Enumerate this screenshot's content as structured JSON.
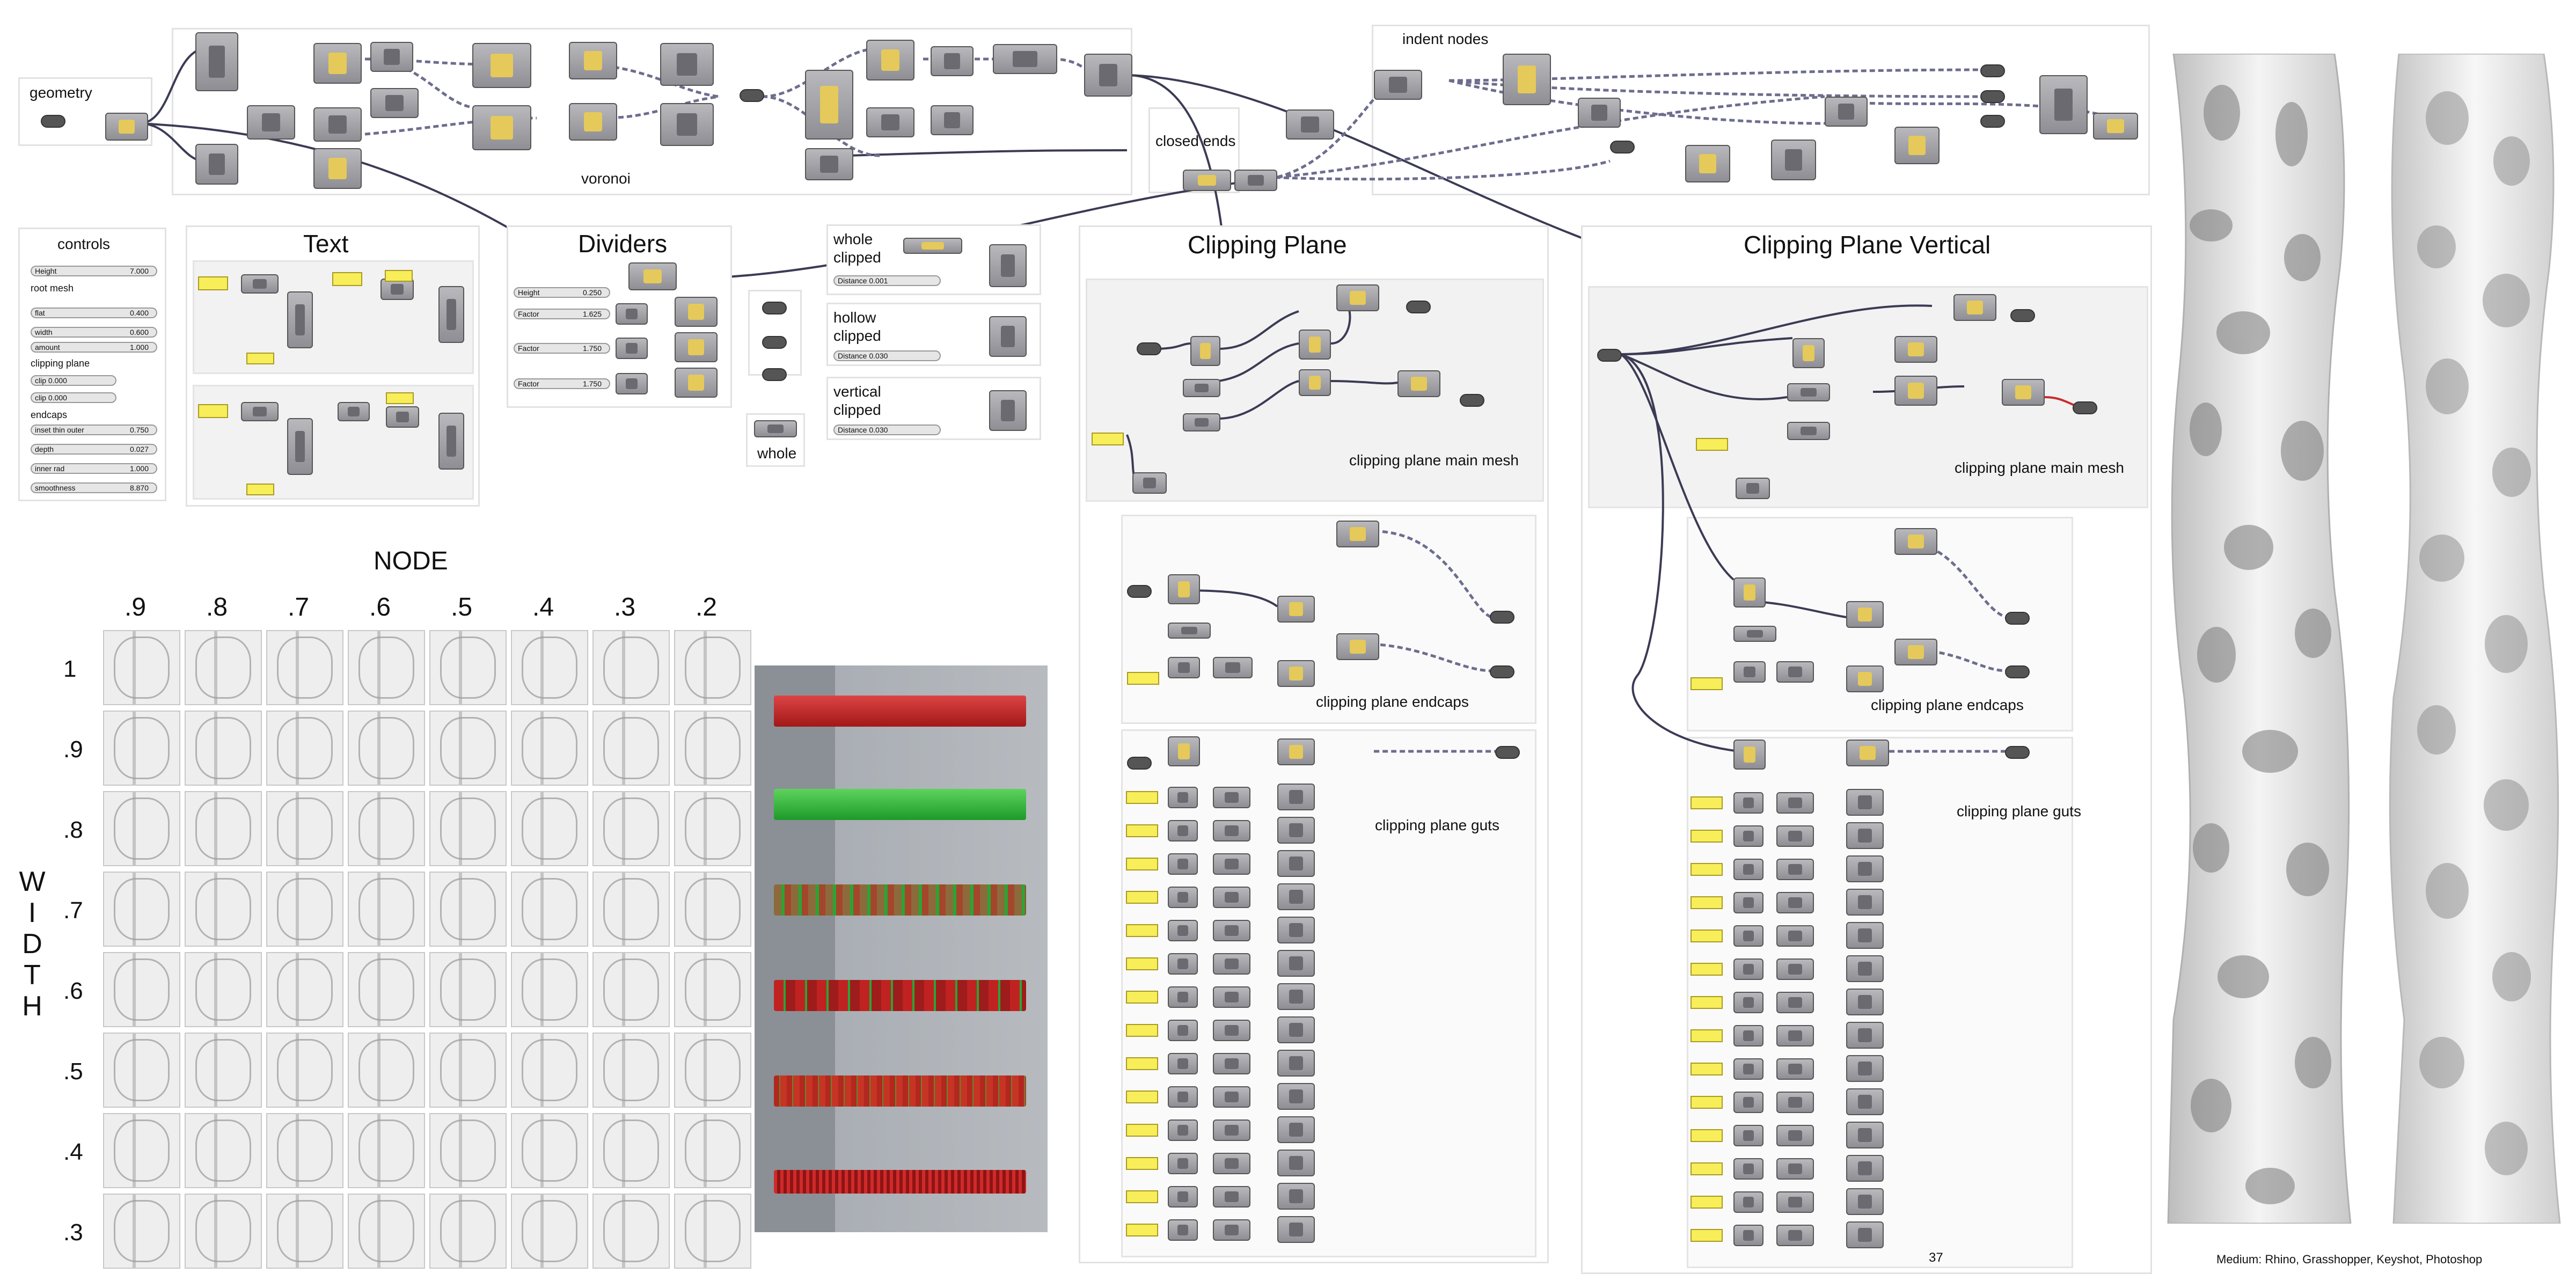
{
  "groups": {
    "geometry": "geometry",
    "voronoi": "voronoi",
    "closed_ends": "closed ends",
    "indent_nodes": "indent nodes",
    "controls": "controls",
    "text": "Text",
    "dividers": "Dividers",
    "whole": "whole",
    "whole_clipped": "whole clipped",
    "hollow_clipped": "hollow clipped",
    "vertical_clipped": "vertical clipped",
    "clipping_plane": "Clipping Plane",
    "clipping_plane_vertical": "Clipping Plane Vertical",
    "main_mesh": "clipping plane main mesh",
    "endcaps": "clipping plane endcaps",
    "guts": "clipping plane guts"
  },
  "controls": {
    "sections": [
      "root mesh",
      "clipping plane",
      "endcaps"
    ],
    "sliders": [
      {
        "name": "Height",
        "value": "7.000"
      },
      {
        "name": "flat",
        "value": "0.400"
      },
      {
        "name": "width",
        "value": "0.600"
      },
      {
        "name": "amount",
        "value": "1.000"
      },
      {
        "name": "clip",
        "value": "0.000"
      },
      {
        "name": "clip",
        "value": "0.000"
      },
      {
        "name": "inset thin outer",
        "value": "0.750"
      },
      {
        "name": "depth",
        "value": "0.027"
      },
      {
        "name": "inner rad",
        "value": "1.000"
      },
      {
        "name": "smoothness",
        "value": "8.870"
      }
    ]
  },
  "dividers": {
    "sliders": [
      {
        "name": "Height",
        "value": "0.250"
      },
      {
        "name": "Factor",
        "value": "1.625"
      },
      {
        "name": "Factor",
        "value": "1.750"
      },
      {
        "name": "Factor",
        "value": "1.750"
      }
    ]
  },
  "clipped_sliders": [
    {
      "name": "Distance",
      "value": "0.001"
    },
    {
      "name": "Distance",
      "value": "0.030"
    },
    {
      "name": "Distance",
      "value": "0.030"
    }
  ],
  "grid": {
    "title": "NODE",
    "columns": [
      ".9",
      ".8",
      ".7",
      ".6",
      ".5",
      ".4",
      ".3",
      ".2"
    ],
    "rows": [
      "1",
      ".9",
      ".8",
      ".7",
      ".6",
      ".5",
      ".4",
      ".3"
    ],
    "side_label": [
      "W",
      "I",
      "D",
      "T",
      "H"
    ]
  },
  "page_number": "37",
  "medium": "Medium: Rhino, Grasshopper, Keyshot, Photoshop"
}
